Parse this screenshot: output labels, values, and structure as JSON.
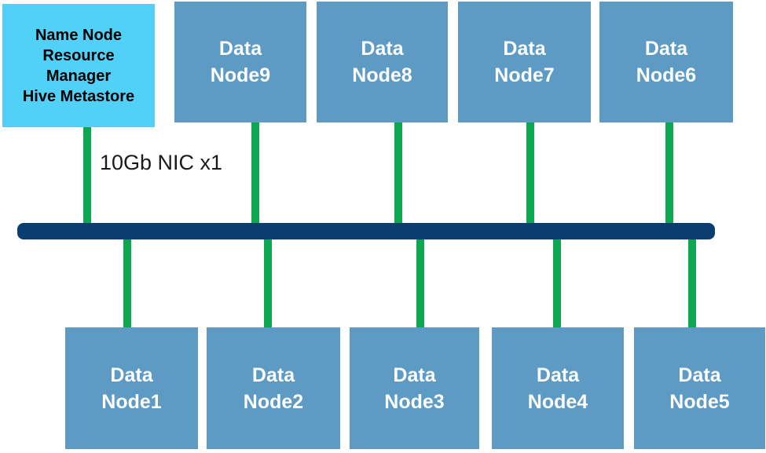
{
  "diagram": {
    "nic_label": "10Gb NIC x1",
    "master_node": {
      "lines": [
        "Name Node",
        "Resource",
        "Manager",
        "Hive Metastore"
      ]
    },
    "top_row": [
      {
        "line1": "Data",
        "line2": "Node9"
      },
      {
        "line1": "Data",
        "line2": "Node8"
      },
      {
        "line1": "Data",
        "line2": "Node7"
      },
      {
        "line1": "Data",
        "line2": "Node6"
      }
    ],
    "bottom_row": [
      {
        "line1": "Data",
        "line2": "Node1"
      },
      {
        "line1": "Data",
        "line2": "Node2"
      },
      {
        "line1": "Data",
        "line2": "Node3"
      },
      {
        "line1": "Data",
        "line2": "Node4"
      },
      {
        "line1": "Data",
        "line2": "Node5"
      }
    ],
    "colors": {
      "master_fill": "#51d1f7",
      "data_fill": "#5d9bc5",
      "connector": "#0ca750",
      "backbone": "#0a3e70",
      "master_text": "#000000",
      "data_text": "#fdfdfd",
      "nic_text": "#1a1a1a"
    }
  }
}
